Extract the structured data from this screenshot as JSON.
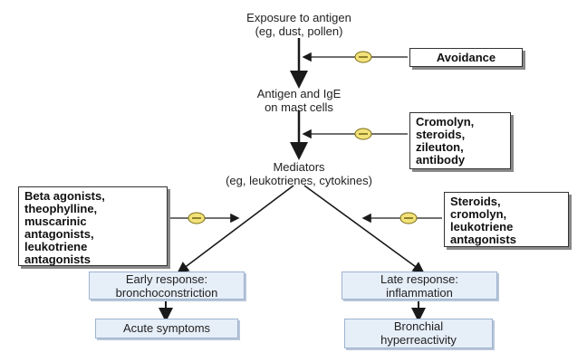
{
  "nodes": {
    "exposure": {
      "line1": "Exposure to antigen",
      "line2": "(eg, dust, pollen)"
    },
    "antigen_ige": {
      "line1": "Antigen and IgE",
      "line2": "on mast cells"
    },
    "mediators": {
      "line1": "Mediators",
      "line2": "(eg, leukotrienes, cytokines)"
    }
  },
  "inhibitors": {
    "avoidance": [
      "Avoidance"
    ],
    "mast_cell": [
      "Cromolyn,",
      "steroids,",
      "zileuton,",
      "antibody"
    ],
    "early": [
      "Beta agonists,",
      "theophylline,",
      "muscarinic",
      "antagonists,",
      "leukotriene",
      "antagonists"
    ],
    "late": [
      "Steroids,",
      "cromolyn,",
      "leukotriene",
      "antagonists"
    ]
  },
  "responses": {
    "early": {
      "line1": "Early response:",
      "line2": "bronchoconstriction"
    },
    "late": {
      "line1": "Late response:",
      "line2": "inflammation"
    },
    "acute": {
      "line1": "Acute symptoms"
    },
    "hyper": {
      "line1": "Bronchial",
      "line2": "hyperreactivity"
    }
  },
  "inhibit_symbol": "−",
  "colors": {
    "arrow": "#1a1a1a",
    "inhibit_circle_fill": "#f2e27a",
    "inhibit_circle_stroke": "#7a6a10",
    "response_box_fill": "#e6eef8"
  }
}
